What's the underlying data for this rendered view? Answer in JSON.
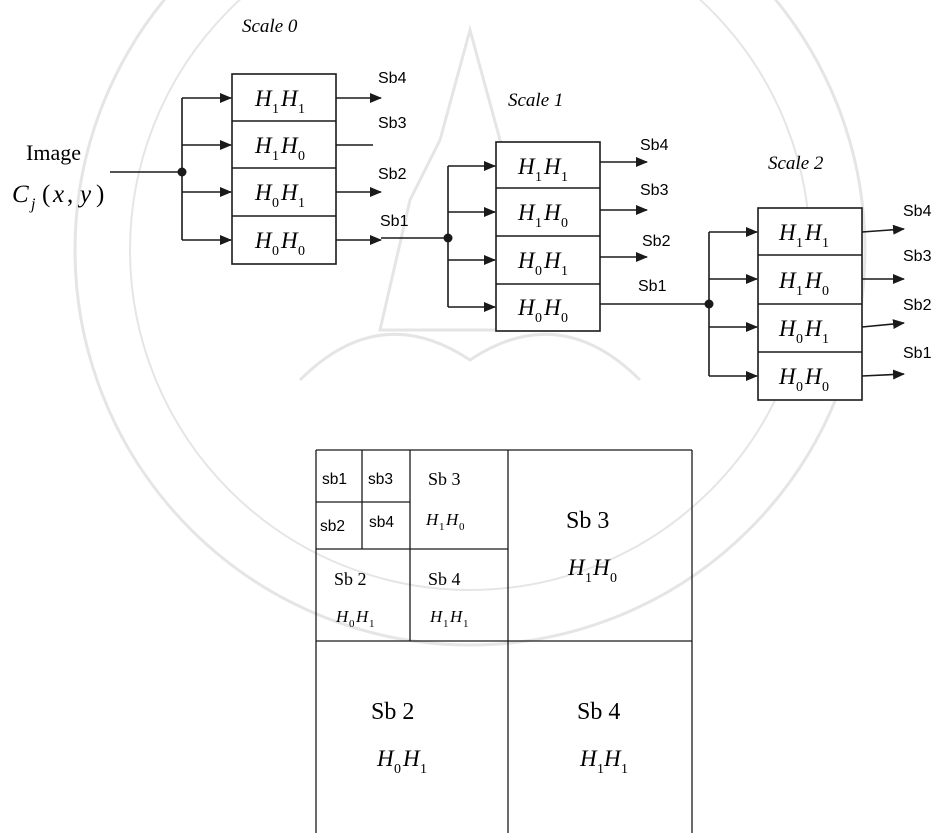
{
  "decomposition": {
    "input_label_line1": "Image",
    "input_label_line2": "C_j(x, y)",
    "stages": [
      {
        "title": "Scale 0",
        "filters": [
          "H1H1",
          "H1H0",
          "H0H1",
          "H0H0"
        ],
        "outputs": [
          "Sb4",
          "Sb3",
          "Sb2",
          "Sb1"
        ]
      },
      {
        "title": "Scale 1",
        "filters": [
          "H1H1",
          "H1H0",
          "H0H1",
          "H0H0"
        ],
        "outputs": [
          "Sb4",
          "Sb3",
          "Sb2",
          "Sb1"
        ]
      },
      {
        "title": "Scale 2",
        "filters": [
          "H1H1",
          "H1H0",
          "H0H1",
          "H0H0"
        ],
        "outputs": [
          "Sb4",
          "Sb3",
          "Sb2",
          "Sb1"
        ]
      }
    ]
  },
  "subband_layout": {
    "level3": {
      "sb1": "sb1",
      "sb3": "sb3",
      "sb2": "sb2",
      "sb4": "sb4"
    },
    "level2": [
      {
        "name": "Sb 3",
        "filter": "H1H0"
      },
      {
        "name": "Sb 2",
        "filter": "H0H1"
      },
      {
        "name": "Sb 4",
        "filter": "H1H1"
      }
    ],
    "level1": [
      {
        "name": "Sb 3",
        "filter": "H1H0"
      },
      {
        "name": "Sb 2",
        "filter": "H0H1"
      },
      {
        "name": "Sb 4",
        "filter": "H1H1"
      }
    ]
  }
}
